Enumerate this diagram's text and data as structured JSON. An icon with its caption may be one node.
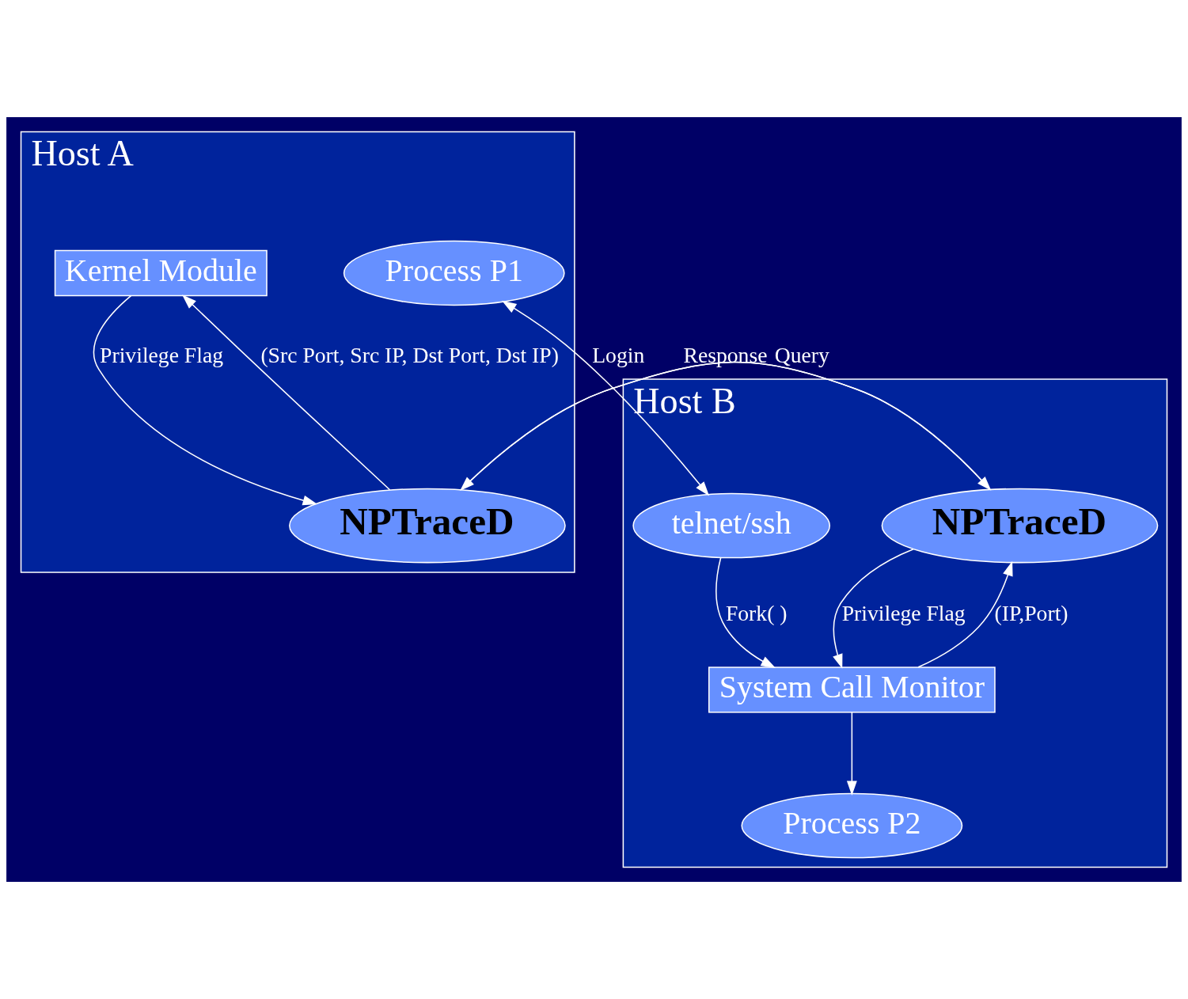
{
  "diagram": {
    "nodes": [
      {
        "text": [
          "Host A"
        ]
      },
      {
        "text": [
          "Kernel Module"
        ],
        "in": 0
      },
      {
        "text": [
          "Process P1"
        ],
        "in": 0
      },
      {
        "text": [
          "NPTraceD"
        ],
        "in": 0
      },
      {
        "text": [
          "Host B"
        ]
      },
      {
        "text": [
          "NPTraceD"
        ],
        "in": 4
      },
      {
        "text": [
          "telnet/ssh"
        ],
        "in": 4
      },
      {
        "text": [
          "Process P2"
        ],
        "in": 4
      },
      {
        "text": [
          "System Call Monitor"
        ],
        "in": 4
      }
    ],
    "edges": [
      {
        "from": 3,
        "to": 1,
        "arrow": "to",
        "label": "(Src Port, Src IP, Dst Port, Dst IP)"
      },
      {
        "from": 1,
        "to": 3,
        "arrow": "to",
        "label": "Privilege Flag"
      },
      {
        "from": 2,
        "to": 6,
        "arrow": "both",
        "label": "Login"
      },
      {
        "from": 5,
        "to": 3,
        "arrow": "to",
        "label": "Query"
      },
      {
        "from": 3,
        "to": 5,
        "arrow": "to",
        "label": "Response"
      },
      {
        "from": 8,
        "to": 5,
        "arrow": "to",
        "label": "(IP,Port)"
      },
      {
        "from": 5,
        "to": 8,
        "arrow": "to",
        "label": "Privilege Flag"
      },
      {
        "from": 6,
        "to": 8,
        "arrow": "to",
        "label": "Fork( )"
      },
      {
        "from": 8,
        "to": 7,
        "arrow": "to"
      }
    ]
  }
}
